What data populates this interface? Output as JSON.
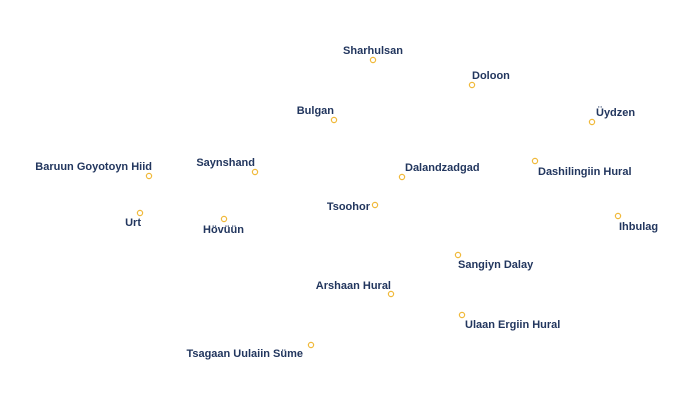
{
  "map": {
    "marker_color": "#f0b93a",
    "label_color": "#22365e",
    "places": [
      {
        "name": "Sharhulsan"
      },
      {
        "name": "Doloon"
      },
      {
        "name": "Bulgan"
      },
      {
        "name": "Üydzen"
      },
      {
        "name": "Baruun Goyotoyn Hiid"
      },
      {
        "name": "Saynshand"
      },
      {
        "name": "Dalandzadgad"
      },
      {
        "name": "Dashilingiin Hural"
      },
      {
        "name": "Tsoohor"
      },
      {
        "name": "Urt"
      },
      {
        "name": "Hövüün"
      },
      {
        "name": "Ihbulag"
      },
      {
        "name": "Sangiyn Dalay"
      },
      {
        "name": "Arshaan Hural"
      },
      {
        "name": "Ulaan Ergiin Hural"
      },
      {
        "name": "Tsagaan Uulaiin Süme"
      }
    ]
  }
}
